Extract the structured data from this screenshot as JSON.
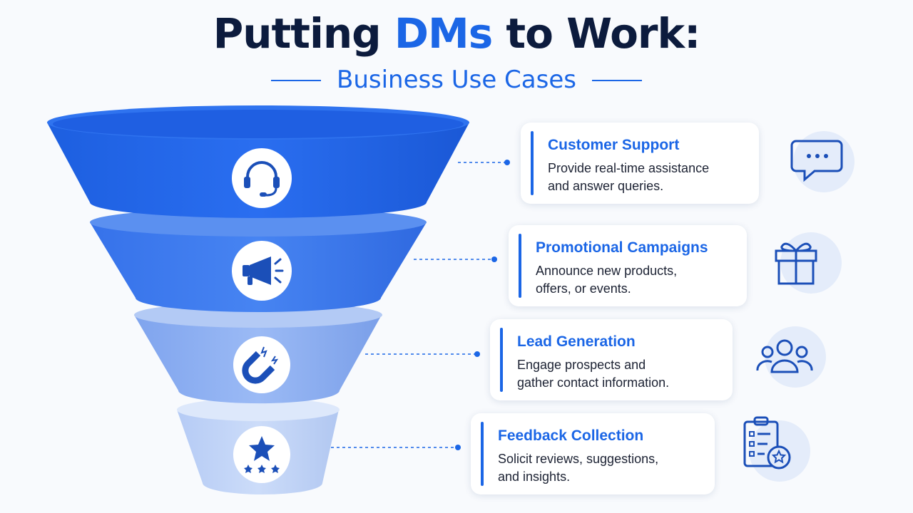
{
  "header": {
    "title_part1": "Putting ",
    "title_highlight": "DMs",
    "title_part2": " to Work:",
    "subtitle": "Business Use Cases"
  },
  "colors": {
    "accent": "#1b66e6",
    "title": "#0c1b3d",
    "tier1": "#2266e8",
    "tier2": "#3b7bee",
    "tier3": "#8fb2f3",
    "tier4": "#c4d7f8"
  },
  "use_cases": [
    {
      "title": "Customer Support",
      "line1": "Provide real-time assistance",
      "line2": "and answer queries.",
      "funnel_icon": "headset-icon",
      "side_icon": "chat-bubble-icon"
    },
    {
      "title": "Promotional Campaigns",
      "line1": "Announce new products,",
      "line2": "offers, or events.",
      "funnel_icon": "megaphone-icon",
      "side_icon": "gift-icon"
    },
    {
      "title": "Lead Generation",
      "line1": "Engage prospects and",
      "line2": "gather contact information.",
      "funnel_icon": "magnet-icon",
      "side_icon": "people-group-icon"
    },
    {
      "title": "Feedback Collection",
      "line1": "Solicit reviews, suggestions,",
      "line2": "and insights.",
      "funnel_icon": "star-rating-icon",
      "side_icon": "clipboard-checklist-icon"
    }
  ]
}
